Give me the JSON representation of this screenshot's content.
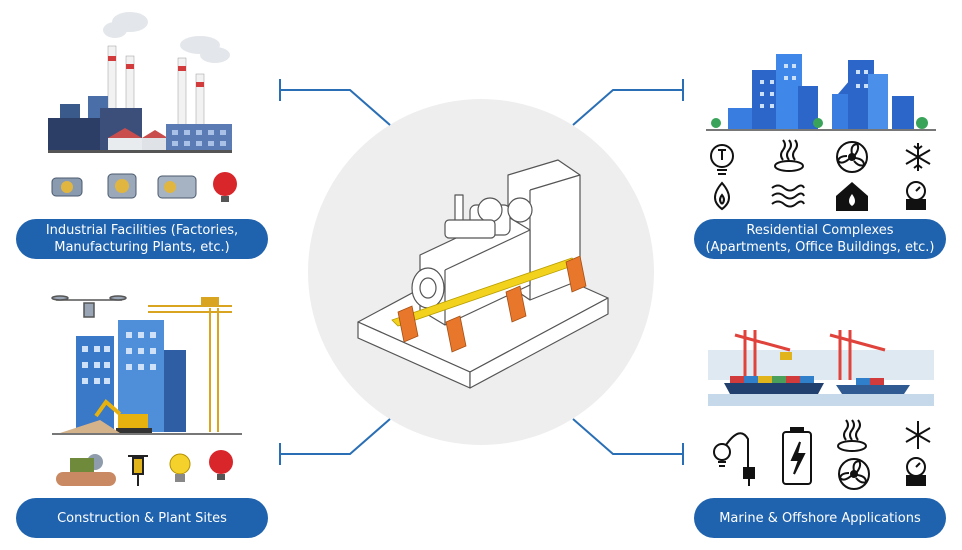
{
  "center": {
    "name": "generator-set-icon"
  },
  "quadrants": [
    {
      "label": "Industrial Facilities (Factories,\nManufacturing Plants, etc.)"
    },
    {
      "label": "Residential Complexes\n(Apartments, Office Buildings, etc.)"
    },
    {
      "label": "Construction & Plant Sites"
    },
    {
      "label": "Marine & Offshore Applications"
    }
  ],
  "colors": {
    "pill": "#1f62ad",
    "connector": "#2a6fb5",
    "circle": "#eeeeee",
    "accent_orange": "#e8762b",
    "accent_yellow": "#f2d21c"
  }
}
